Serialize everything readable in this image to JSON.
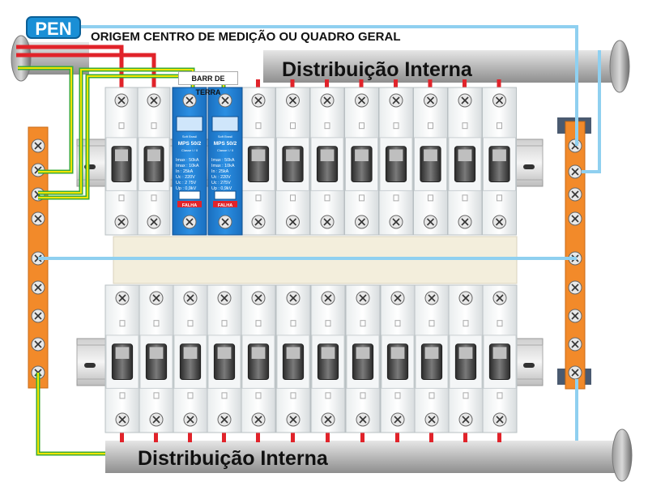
{
  "pen_label": "PEN",
  "origin_text": "ORIGEM CENTRO DE MEDIÇÃO OU QUADRO GERAL",
  "distribution_top": "Distribuição Interna",
  "distribution_bottom": "Distribuição Interna",
  "ground_bar_label": "BARR DE TERRA",
  "dps_units": [
    {
      "brand": "Soft Brasil",
      "model": "MPS 50/2",
      "class": "Classe I / II",
      "specs": [
        "Imax : 50kA",
        "Imax : 10kA",
        "In : 25kA",
        "Uc : 220V",
        "Uc : 2 75V",
        "Up : 0,9kV"
      ],
      "fault": "FALHA"
    },
    {
      "brand": "Soft Brasil",
      "model": "MPS 50/2",
      "class": "Classe I / II",
      "specs": [
        "Imax : 50kA",
        "Imax : 10kA",
        "In : 25kA",
        "Uc : 220V",
        "Uc : 275V",
        "Up : 0,9kV"
      ],
      "fault": "FALHA"
    }
  ],
  "colors": {
    "phase": "#e1232a",
    "neutral": "#8fd0f0",
    "earth_green": "#3daa35",
    "earth_yellow": "#f1e500",
    "busbar_orange": "#f28a2a",
    "dps_blue": "#1e7fd0",
    "pen_badge": "#1a8fd6"
  }
}
